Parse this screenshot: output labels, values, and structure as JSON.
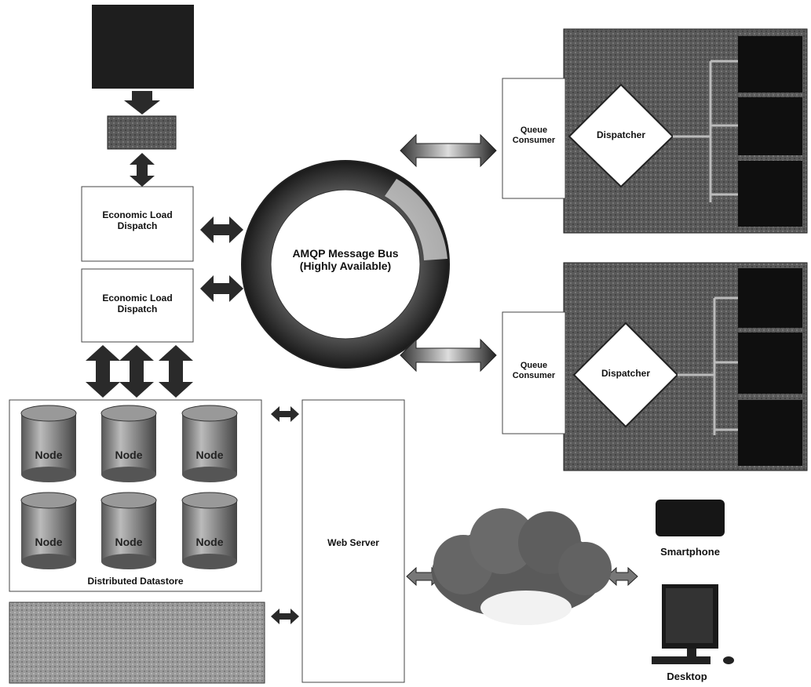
{
  "diagram": {
    "nodes": {
      "economic_load_dispatch_top": "Economic Load\nDispatch",
      "economic_load_dispatch_bottom": "Economic Load\nDispatch",
      "message_bus": "AMQP Message Bus\n(Highly Available)",
      "queue_consumer_top": "Queue\nConsumer",
      "queue_consumer_bottom": "Queue\nConsumer",
      "dispatcher_top": "Dispatcher",
      "dispatcher_bottom": "Dispatcher",
      "datastore_nodes": [
        "Node",
        "Node",
        "Node",
        "Node",
        "Node",
        "Node"
      ],
      "datastore_label": "Distributed Datastore",
      "web_server": "Web Server",
      "smartphone": "Smartphone",
      "desktop": "Desktop"
    },
    "colors": {
      "dark_panel": "#3a3a3a",
      "black_block": "#101010",
      "arrow": "#2a2a2a",
      "cylinder": "#8a8a8a",
      "box_border": "#444444"
    }
  }
}
